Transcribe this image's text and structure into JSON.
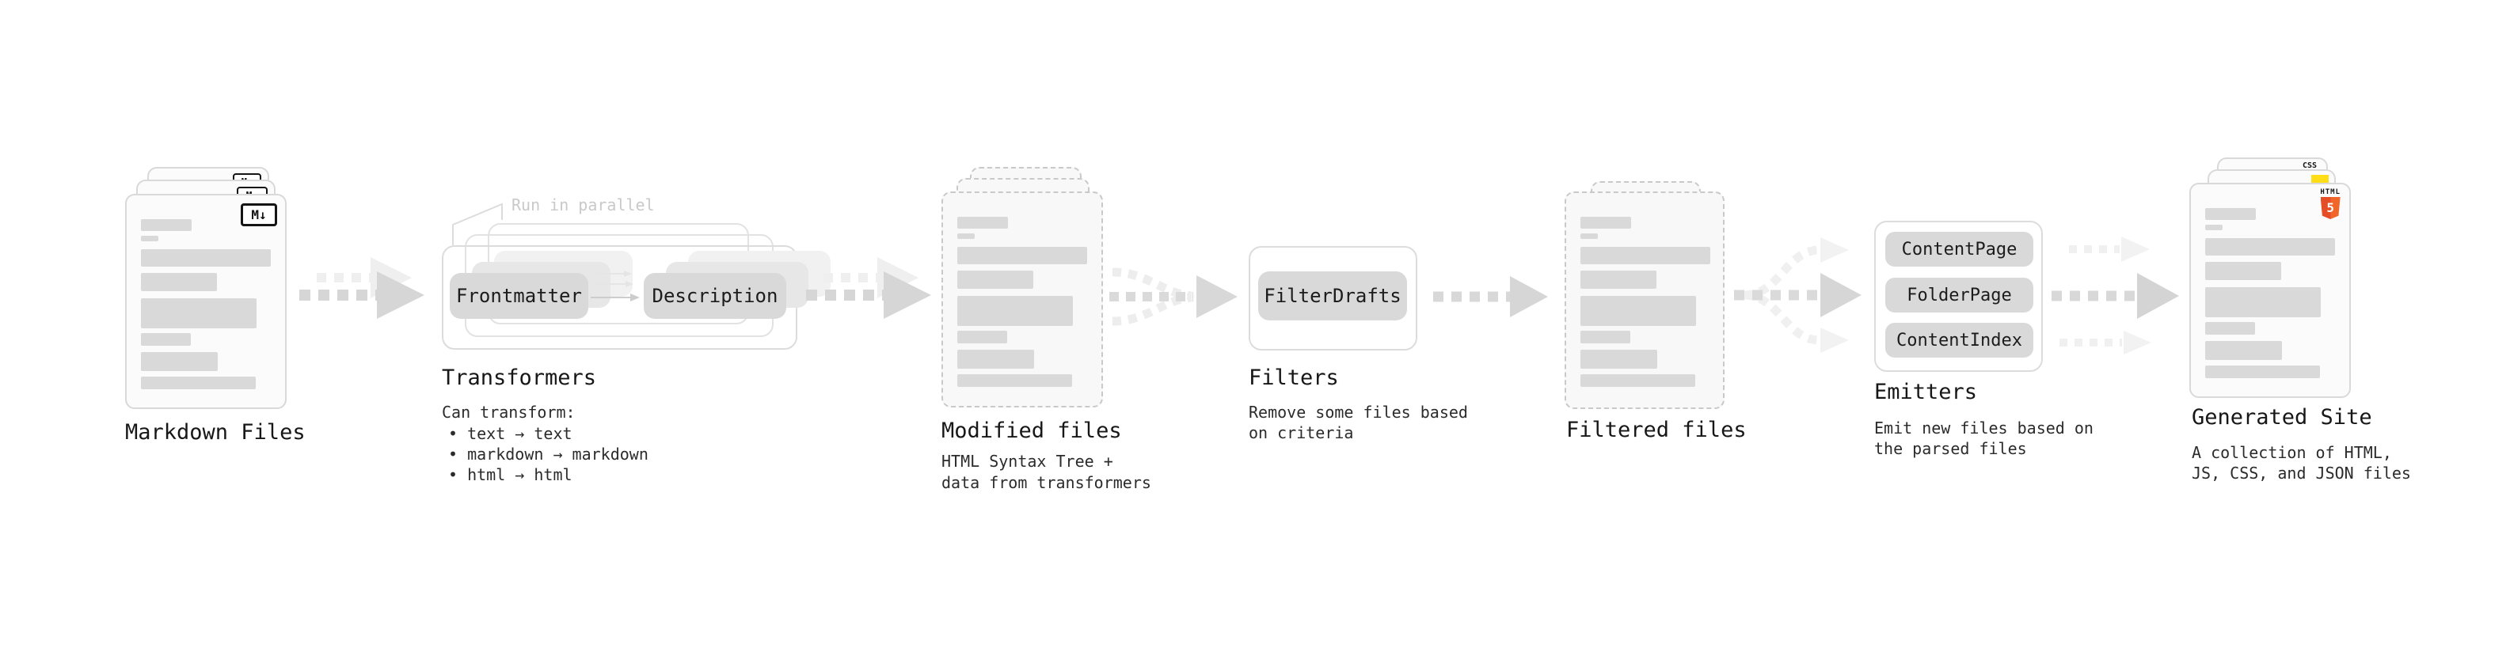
{
  "stages": {
    "markdown": {
      "label": "Markdown Files",
      "badge": "M↓"
    },
    "transformers": {
      "title": "Transformers",
      "annotation": "Run in parallel",
      "pills": {
        "frontmatter": "Frontmatter",
        "description": "Description"
      },
      "caption": "Can transform:",
      "bullets": {
        "b1": "• text → text",
        "b2": "• markdown → markdown",
        "b3": "• html → html"
      }
    },
    "modified": {
      "label": "Modified files",
      "desc": {
        "l1": "HTML Syntax Tree +",
        "l2": "data from transformers"
      }
    },
    "filters": {
      "title": "Filters",
      "pill": "FilterDrafts",
      "desc": {
        "l1": "Remove some files based",
        "l2": "on criteria"
      }
    },
    "filtered": {
      "label": "Filtered files"
    },
    "emitters": {
      "title": "Emitters",
      "pills": {
        "p1": "ContentPage",
        "p2": "FolderPage",
        "p3": "ContentIndex"
      },
      "desc": {
        "l1": "Emit new files based on",
        "l2": "the parsed files"
      }
    },
    "generated": {
      "label": "Generated Site",
      "desc": {
        "l1": "A collection of HTML,",
        "l2": "JS, CSS, and JSON files"
      },
      "badges": {
        "css": "CSS",
        "html_label": "HTML",
        "html_number": "5"
      }
    }
  },
  "colors": {
    "html5_orange": "#f16529",
    "js_yellow": "#ffdd17",
    "css_blue": "#2d63f0",
    "pill_gray": "#d9d9d9",
    "arrow_gray": "#d6d6d6",
    "arrow_ghost": "#efefef"
  }
}
